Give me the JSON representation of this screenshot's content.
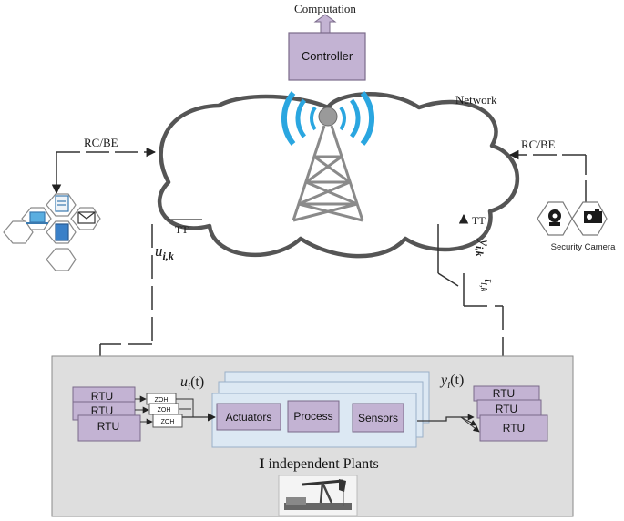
{
  "top": {
    "computation": "Computation",
    "controller": "Controller"
  },
  "network": {
    "label": "Network",
    "rc_be_left": "RC/BE",
    "rc_be_right": "RC/BE",
    "tt_left": "TT",
    "tt_right": "TT"
  },
  "math": {
    "u_ik": "u",
    "u_ik_sub": "i,k",
    "y_ik": "y",
    "y_ik_sub": "i,k",
    "t_ik": "t",
    "t_ik_sub": "i,k",
    "u_t": "u",
    "u_t_sub": "i",
    "u_t_arg": "(t)",
    "y_t": "y",
    "y_t_sub": "i",
    "y_t_arg": "(t)"
  },
  "plant": {
    "rtu_left": [
      "RTU",
      "RTU",
      "RTU"
    ],
    "zoh": [
      "ZOH",
      "ZOH",
      "ZOH"
    ],
    "blocks": {
      "actuators": "Actuators",
      "process": "Process",
      "sensors": "Sensors"
    },
    "rtu_right": [
      "RTU",
      "RTU",
      "RTU"
    ],
    "title_bold": "I",
    "title_rest": " independent Plants"
  },
  "camera": {
    "label": "Security Camera"
  },
  "colors": {
    "purple_box": "#c3b3d3",
    "purple_edge": "#7a6a8a",
    "plant_bg": "#dedede",
    "blue_panel": "#dce8f3",
    "blue_edge": "#9ab0c8",
    "signal_blue": "#2aa6e0",
    "tower_gray": "#8a8a8a"
  }
}
